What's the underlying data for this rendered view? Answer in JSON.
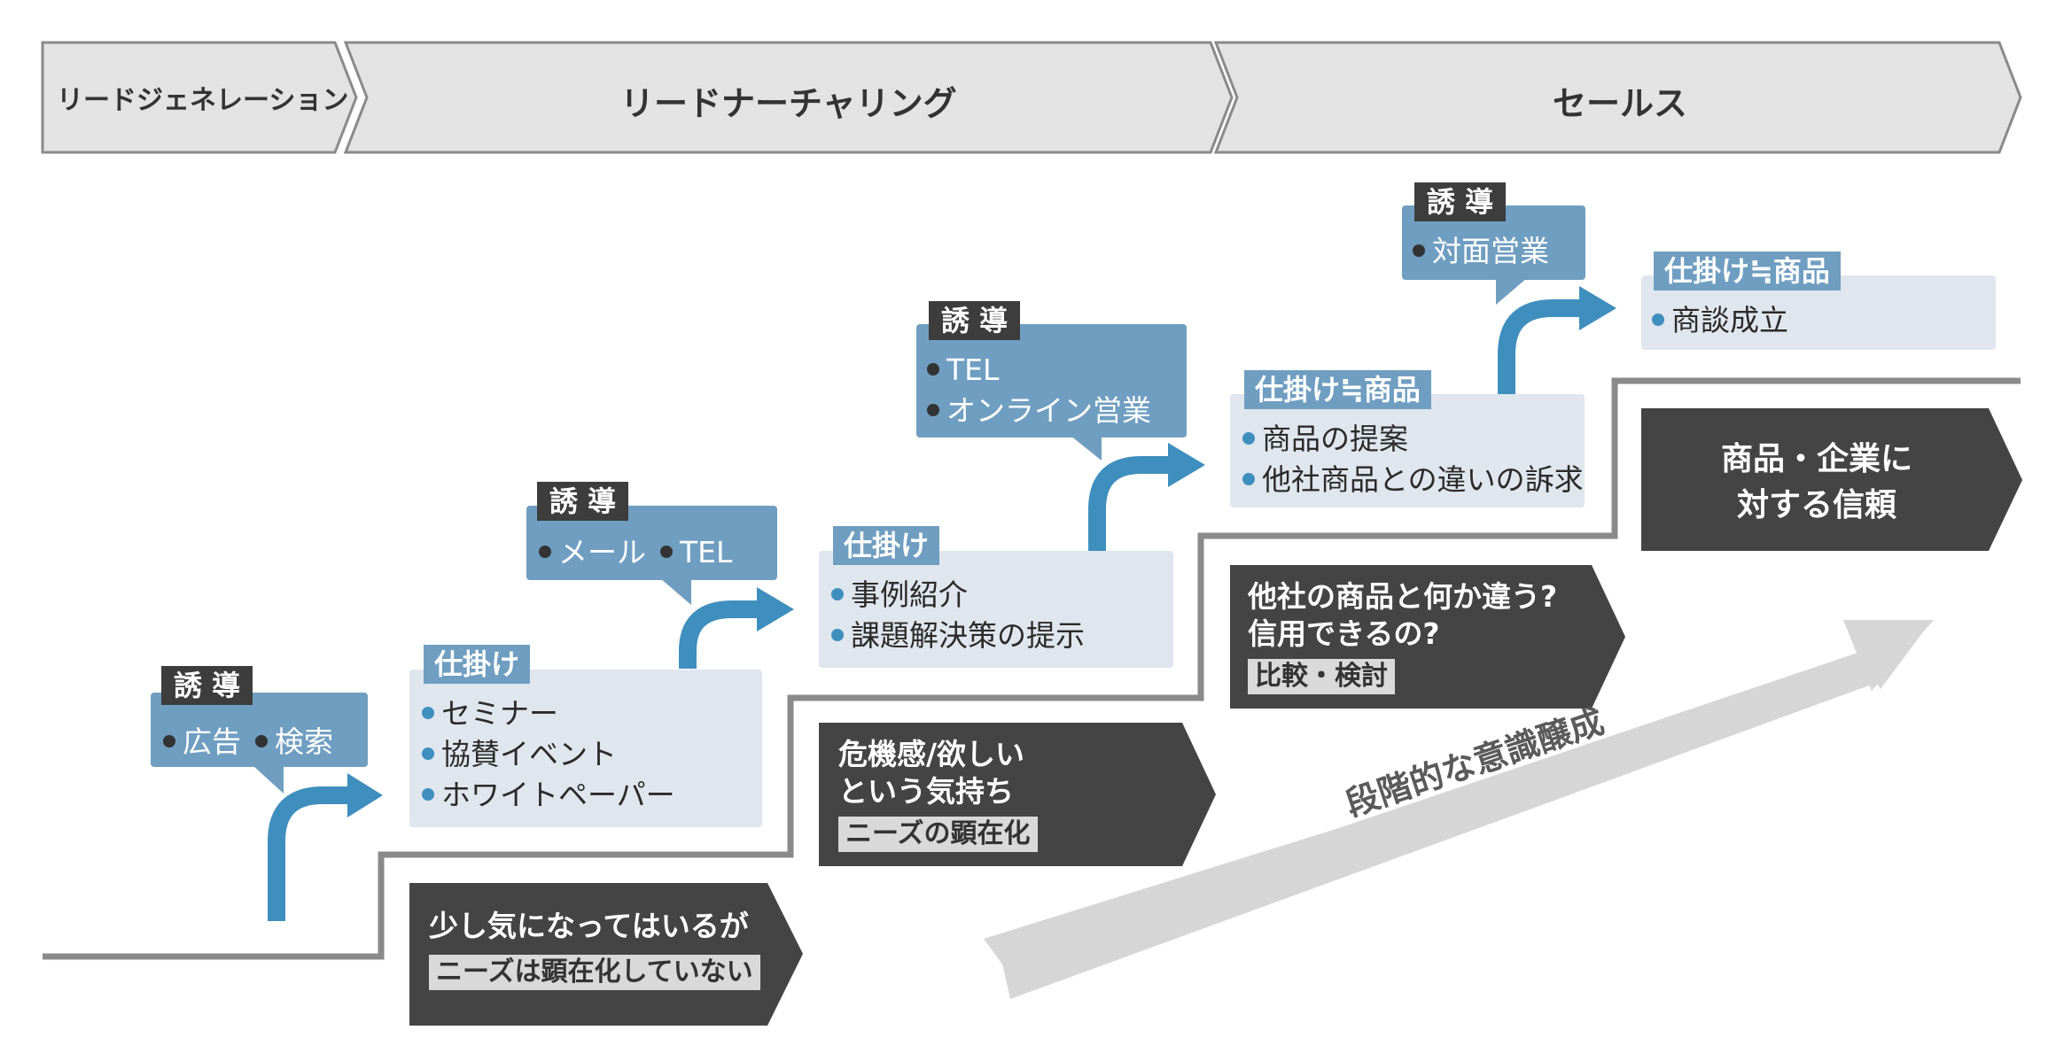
{
  "stages": [
    {
      "label": "リードジェネレーション"
    },
    {
      "label": "リードナーチャリング"
    },
    {
      "label": "セールス"
    }
  ],
  "steps": [
    {
      "guide_tag": "誘 導",
      "guide_items": [
        "広告",
        "検索"
      ]
    },
    {
      "shikake_tag": "仕掛け",
      "shikake_items": [
        "セミナー",
        "協賛イベント",
        "ホワイトペーパー"
      ],
      "guide_tag": "誘 導",
      "guide_items": [
        "メール",
        "TEL"
      ]
    },
    {
      "shikake_tag": "仕掛け",
      "shikake_items": [
        "事例紹介",
        "課題解決策の提示"
      ],
      "guide_tag": "誘 導",
      "guide_items": [
        "TEL",
        "オンライン営業"
      ]
    },
    {
      "shikake_tag": "仕掛け≒商品",
      "shikake_items": [
        "商品の提案",
        "他社商品との違いの訴求"
      ],
      "guide_tag": "誘 導",
      "guide_items": [
        "対面営業"
      ]
    },
    {
      "shikake_tag": "仕掛け≒商品",
      "shikake_items": [
        "商談成立"
      ]
    }
  ],
  "mindsets": [
    {
      "lines": [
        "少し気になってはいるが"
      ],
      "sub": "ニーズは顕在化していない"
    },
    {
      "lines": [
        "危機感/欲しい",
        "という気持ち"
      ],
      "sub": "ニーズの顕在化"
    },
    {
      "lines": [
        "他社の商品と何か違う?",
        "信用できるの?"
      ],
      "sub": "比較・検討"
    },
    {
      "lines": [
        "商品・企業に",
        "対する信頼"
      ]
    }
  ],
  "progress_arrow_label": "段階的な意識醸成",
  "colors": {
    "dark": "#444444",
    "guide_box": "#6f9ec1",
    "shikake_box": "#dfe6ee",
    "accent_arrow": "#3f8fbe",
    "stage_fill": "#e3e3e3",
    "progress_arrow": "#d6d6d6"
  }
}
